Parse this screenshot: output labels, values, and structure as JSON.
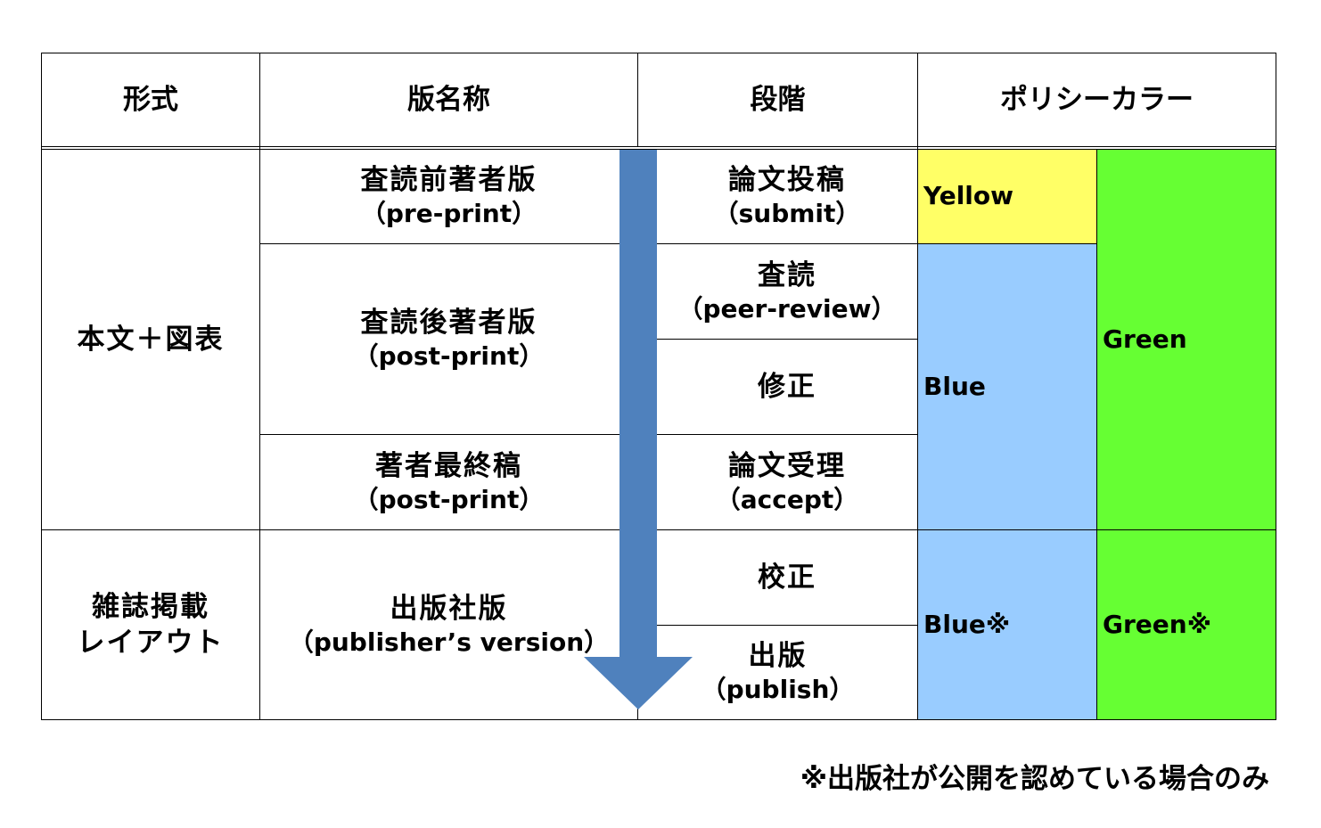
{
  "headers": {
    "format": "形式",
    "version_name": "版名称",
    "stage": "段階",
    "policy_color": "ポリシーカラー"
  },
  "formats": [
    {
      "label": "本文＋図表"
    },
    {
      "label": "雑誌掲載\nレイアウト"
    }
  ],
  "versions": [
    {
      "jp": "査読前著者版",
      "en": "（pre-print）"
    },
    {
      "jp": "査読後著者版",
      "en": "（post-print）"
    },
    {
      "jp": "著者最終稿",
      "en": "（post-print）"
    },
    {
      "jp": "出版社版",
      "en": "（publisher’s version）"
    }
  ],
  "stages": [
    {
      "jp": "論文投稿",
      "en": "（submit）"
    },
    {
      "jp": "査読",
      "en": "（peer-review）"
    },
    {
      "jp": "修正",
      "en": ""
    },
    {
      "jp": "論文受理",
      "en": "（accept）"
    },
    {
      "jp": "校正",
      "en": ""
    },
    {
      "jp": "出版",
      "en": "（publish）"
    }
  ],
  "policy_colors": {
    "yellow": {
      "label": "Yellow",
      "color": "#ffff66"
    },
    "blue": {
      "label": "Blue",
      "color": "#99ccff"
    },
    "green": {
      "label": "Green",
      "color": "#66ff33"
    },
    "blue_note": {
      "label": "Blue※",
      "color": "#99ccff"
    },
    "green_note": {
      "label": "Green※",
      "color": "#66ff33"
    }
  },
  "arrow_color": "#4f81bd",
  "footnote": "※出版社が公開を認めている場合のみ"
}
